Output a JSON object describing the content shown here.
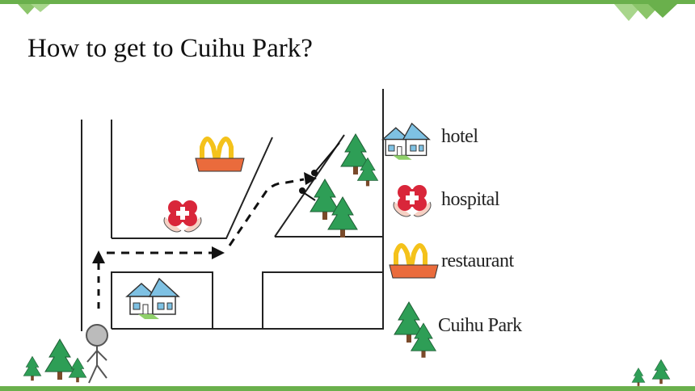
{
  "title": "How to get to Cuihu Park?",
  "legend": [
    {
      "icon": "hotel-icon",
      "label": "hotel"
    },
    {
      "icon": "hospital-icon",
      "label": "hospital"
    },
    {
      "icon": "restaurant-icon",
      "label": "restaurant"
    },
    {
      "icon": "park-icon",
      "label": "Cuihu Park"
    }
  ],
  "colors": {
    "accent_green": "#6ab04c",
    "tree_green": "#2e9e56",
    "hospital_red": "#d9263a",
    "arch_yellow": "#f4c21b",
    "restaurant_orange": "#ea6b3c",
    "house_blue": "#7ec1e3"
  }
}
